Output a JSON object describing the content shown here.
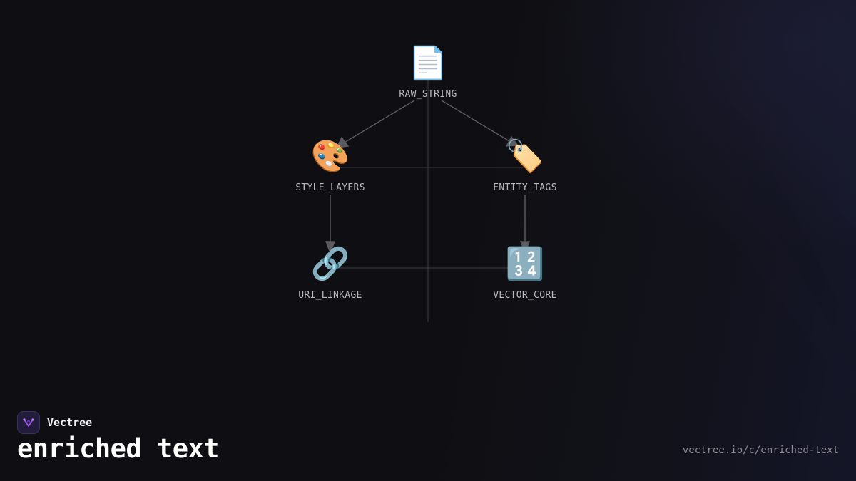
{
  "diagram": {
    "nodes": [
      {
        "id": "raw",
        "icon": "📄",
        "icon_name": "document-icon",
        "label": "RAW_STRING"
      },
      {
        "id": "style",
        "icon": "🎨",
        "icon_name": "palette-icon",
        "label": "STYLE_LAYERS"
      },
      {
        "id": "entity",
        "icon": "🏷️",
        "icon_name": "tag-icon",
        "label": "ENTITY_TAGS"
      },
      {
        "id": "uri",
        "icon": "🔗",
        "icon_name": "link-icon",
        "label": "URI_LINKAGE"
      },
      {
        "id": "vector",
        "icon": "🔢",
        "icon_name": "numbers-icon",
        "label": "VECTOR_CORE"
      }
    ],
    "edges": [
      {
        "from": "raw",
        "to": "style"
      },
      {
        "from": "raw",
        "to": "entity"
      },
      {
        "from": "style",
        "to": "uri"
      },
      {
        "from": "entity",
        "to": "vector"
      }
    ]
  },
  "brand": {
    "name": "Vectree",
    "logo_icon": "vectree-logo-icon"
  },
  "title": "enriched text",
  "url": "vectree.io/c/enriched-text",
  "colors": {
    "background": "#0f0f13",
    "line": "#555555",
    "label": "#b8b8c0",
    "brand_logo_bg": "#231d3d",
    "brand_logo_accent": "#a855f7"
  }
}
